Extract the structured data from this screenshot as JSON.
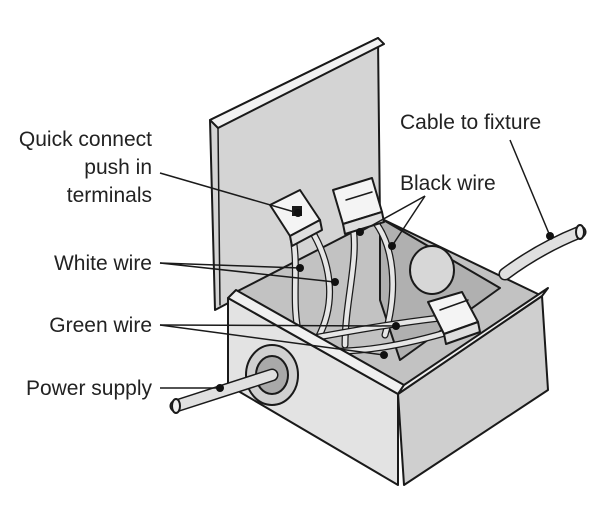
{
  "labels": {
    "quick_connect_line1": "Quick connect",
    "quick_connect_line2": "push in",
    "quick_connect_line3": "terminals",
    "cable_to_fixture": "Cable to fixture",
    "black_wire": "Black wire",
    "white_wire": "White wire",
    "green_wire": "Green wire",
    "power_supply": "Power supply"
  },
  "colors": {
    "box_front": "#e3e3e3",
    "box_side": "#cfcfcf",
    "box_lid": "#d4d4d4",
    "interior": "#bdbdbd",
    "ink": "#1a1a1a"
  }
}
